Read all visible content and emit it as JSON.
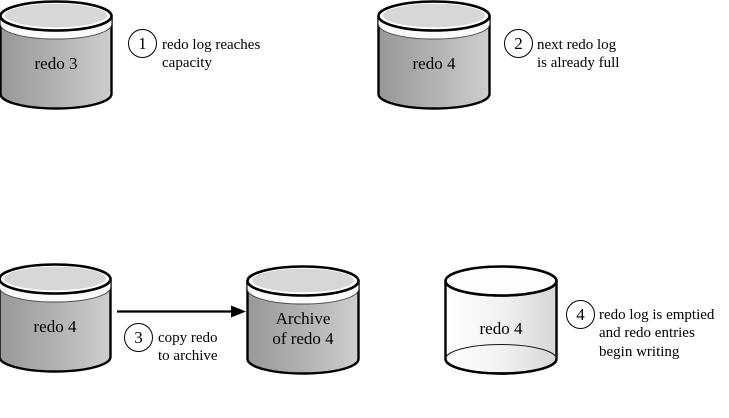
{
  "colors": {
    "outline": "#000000",
    "body_dark": "#989898",
    "body_mid": "#b4b4b4",
    "body_light": "#cecece",
    "empty_light": "#ffffff",
    "empty_mid": "#f2f2f2",
    "empty_shade": "#d6d6d6",
    "top_surface": "#d7d7d7"
  },
  "cylinders": {
    "redo3": {
      "label": "redo 3"
    },
    "redo4_full": {
      "label": "redo 4"
    },
    "redo4_source": {
      "label": "redo 4"
    },
    "archive": {
      "line1": "Archive",
      "line2": "of redo 4"
    },
    "redo4_empty": {
      "label": "redo 4"
    }
  },
  "annotations": {
    "step1": {
      "number": "1",
      "line1": "redo log reaches",
      "line2": "capacity"
    },
    "step2": {
      "number": "2",
      "line1": "next redo log",
      "line2": "is already full"
    },
    "step3": {
      "number": "3",
      "line1": "copy redo",
      "line2": "to archive"
    },
    "step4": {
      "number": "4",
      "line1": "redo log is emptied",
      "line2": "and redo entries",
      "line3": "begin writing"
    }
  }
}
